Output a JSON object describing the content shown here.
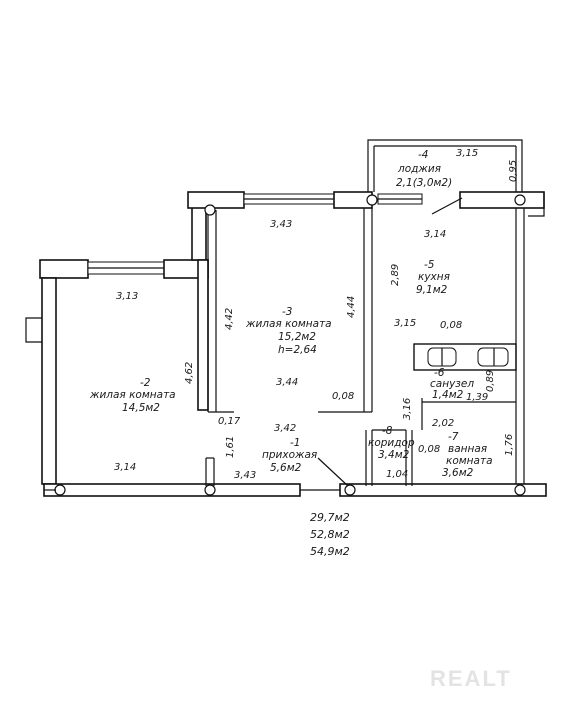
{
  "rooms": {
    "hall": {
      "num": "-1",
      "name": "прихожая",
      "area": "5,6м2"
    },
    "room2": {
      "num": "-2",
      "name": "жилая комната",
      "area": "14,5м2"
    },
    "room3": {
      "num": "-3",
      "name": "жилая комната",
      "area": "15,2м2",
      "height": "h=2,64"
    },
    "loggia": {
      "num": "-4",
      "name": "лоджия",
      "area": "2,1(3,0м2)"
    },
    "kitchen": {
      "num": "-5",
      "name": "кухня",
      "area": "9,1м2"
    },
    "wc": {
      "num": "-6",
      "name": "санузел",
      "area": "1,4м2"
    },
    "bath": {
      "num": "-7",
      "name": "ванная",
      "name2": "комната",
      "area": "3,6м2"
    },
    "corridor": {
      "num": "-8",
      "name": "коридор",
      "area": "3,4м2"
    }
  },
  "dims": {
    "loggia_w": "3,15",
    "loggia_d": "0,95",
    "room3_top": "3,43",
    "kitchen_mid": "3,14",
    "kitchen_h": "2,89",
    "kitchen_bot": "3,15",
    "wc_w": "0,08",
    "wc_h": "0,89",
    "wc_w2": "1,39",
    "room2_top": "3,13",
    "room2_h": "4,62",
    "room2_bot": "3,14",
    "room3_h_left": "4,42",
    "room3_h_right": "4,44",
    "room3_bot": "3,44",
    "wall_a": "0,17",
    "wall_b": "0,08",
    "hall_w": "3,42",
    "hall_h": "1,61",
    "hall_bot": "3,43",
    "corr_h": "3,16",
    "bath_w": "2,02",
    "corr_w": "1,04",
    "bath_wall": "0,08",
    "bath_h": "1,76"
  },
  "totals": [
    "29,7м2",
    "52,8м2",
    "54,9м2"
  ],
  "watermark": "REALT"
}
